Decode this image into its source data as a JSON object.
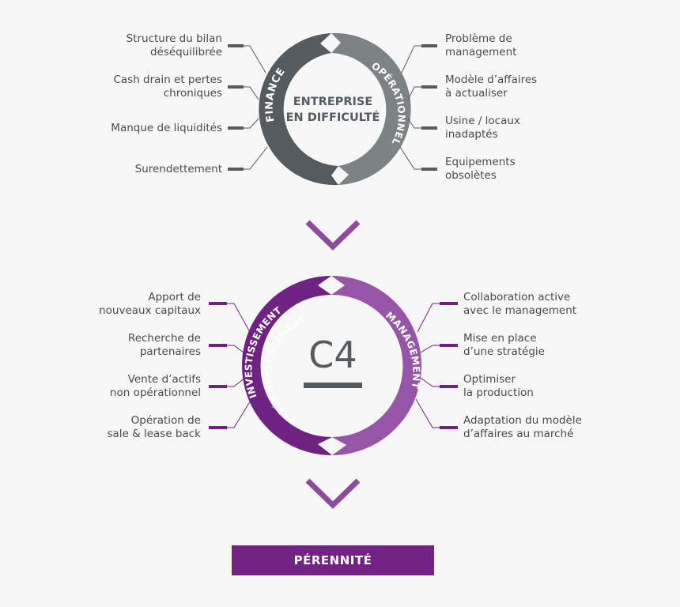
{
  "colors": {
    "gray_dark": "#555b5f",
    "gray_light": "#7d8285",
    "purple_dark": "#6e2281",
    "purple_light": "#9655a6",
    "purple_accent": "#8e4a9f",
    "text": "#4a4a4a",
    "background": "#f7f7f7"
  },
  "top_cycle": {
    "center_line1": "ENTREPRISE",
    "center_line2": "EN DIFFICULTÉ",
    "left_arc_label": "FINANCE",
    "right_arc_label": "OPÉRATIONNEL",
    "left_items": [
      "Structure du bilan\ndéséquilibrée",
      "Cash drain et pertes\nchroniques",
      "Manque de liquidités",
      "Surendettement"
    ],
    "right_items": [
      "Problème de\nmanagement",
      "Modèle d’affaires\nà actualiser",
      "Usine / locaux\ninadaptés",
      "Equipements\nobsolètes"
    ]
  },
  "arrow_icon": "chevron-down-icon",
  "bottom_cycle": {
    "center_text": "C4",
    "left_arc_label_outer": "INVESTISSEMENT",
    "left_arc_label_inner": "DÉSINVESTISSEMENT",
    "right_arc_label": "MANAGEMENT",
    "left_items": [
      "Apport de\nnouveaux capitaux",
      "Recherche de\npartenaires",
      "Vente d’actifs\nnon opérationnel",
      "Opération de\nsale & lease back"
    ],
    "right_items": [
      "Collaboration active\navec le management",
      "Mise en place\nd’une stratégie",
      "Optimiser\nla production",
      "Adaptation du modèle\nd’affaires au marché"
    ]
  },
  "final_label": "PÉRENNITÉ"
}
